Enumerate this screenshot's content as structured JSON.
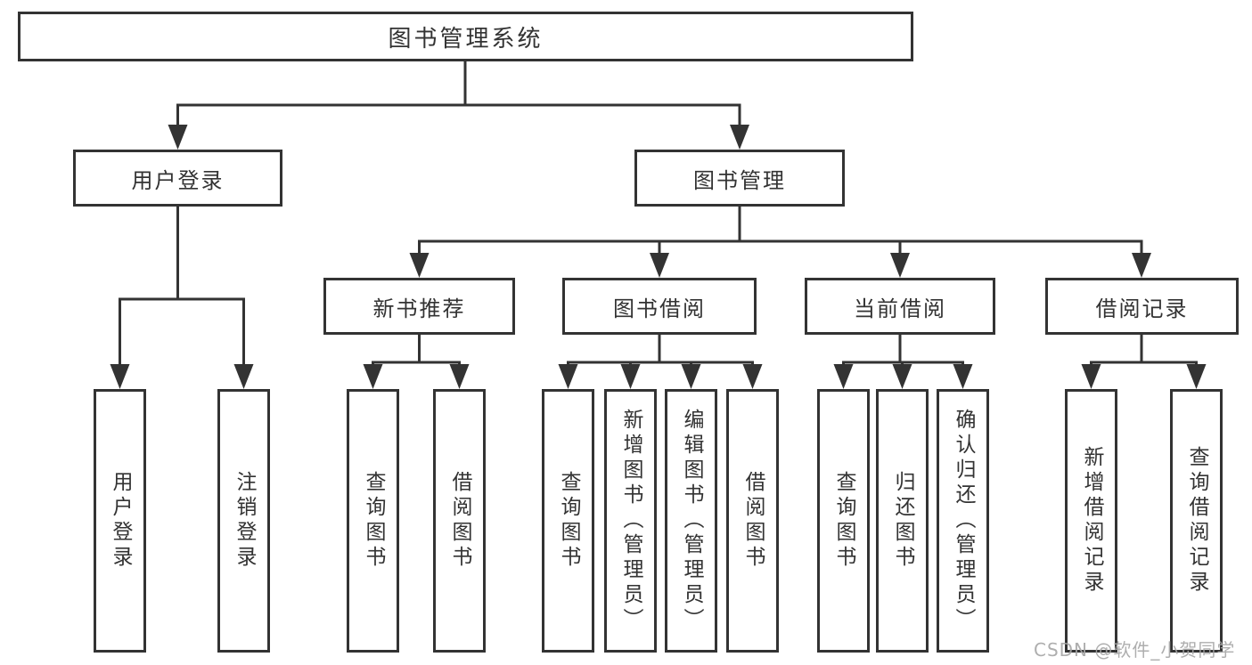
{
  "colors": {
    "line": "#333333",
    "box_border": "#333333",
    "text": "#333333",
    "watermark": "#a5a5a5",
    "background": "#ffffff"
  },
  "tree": {
    "root": "图书管理系统",
    "login_branch": {
      "label": "用户登录",
      "leaves": [
        "用户登录",
        "注销登录"
      ]
    },
    "management_branch": {
      "label": "图书管理",
      "sections": [
        {
          "label": "新书推荐",
          "leaves": [
            "查询图书",
            "借阅图书"
          ]
        },
        {
          "label": "图书借阅",
          "leaves": [
            "查询图书",
            "新增图书（管理员）",
            "编辑图书（管理员）",
            "借阅图书"
          ]
        },
        {
          "label": "当前借阅",
          "leaves": [
            "查询图书",
            "归还图书",
            "确认归还（管理员）"
          ]
        },
        {
          "label": "借阅记录",
          "leaves": [
            "新增借阅记录",
            "查询借阅记录"
          ]
        }
      ]
    }
  },
  "watermark": "CSDN @软件_小贺同学"
}
